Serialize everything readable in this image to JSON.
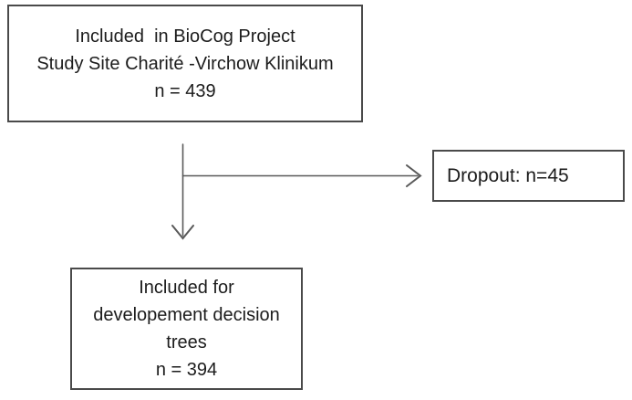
{
  "diagram": {
    "colors": {
      "background": "#ffffff",
      "box_border": "#4a4a4a",
      "arrow": "#595959",
      "text": "#1c1c1c"
    },
    "top_box": {
      "lines": [
        "Included  in BioCog Project",
        "Study Site Charité -Virchow Klinikum",
        "n = 439"
      ]
    },
    "dropout_box": {
      "label": "Dropout: n=45"
    },
    "bottom_box": {
      "lines": [
        "Included for",
        "developement decision",
        "trees",
        "n = 394"
      ]
    }
  }
}
